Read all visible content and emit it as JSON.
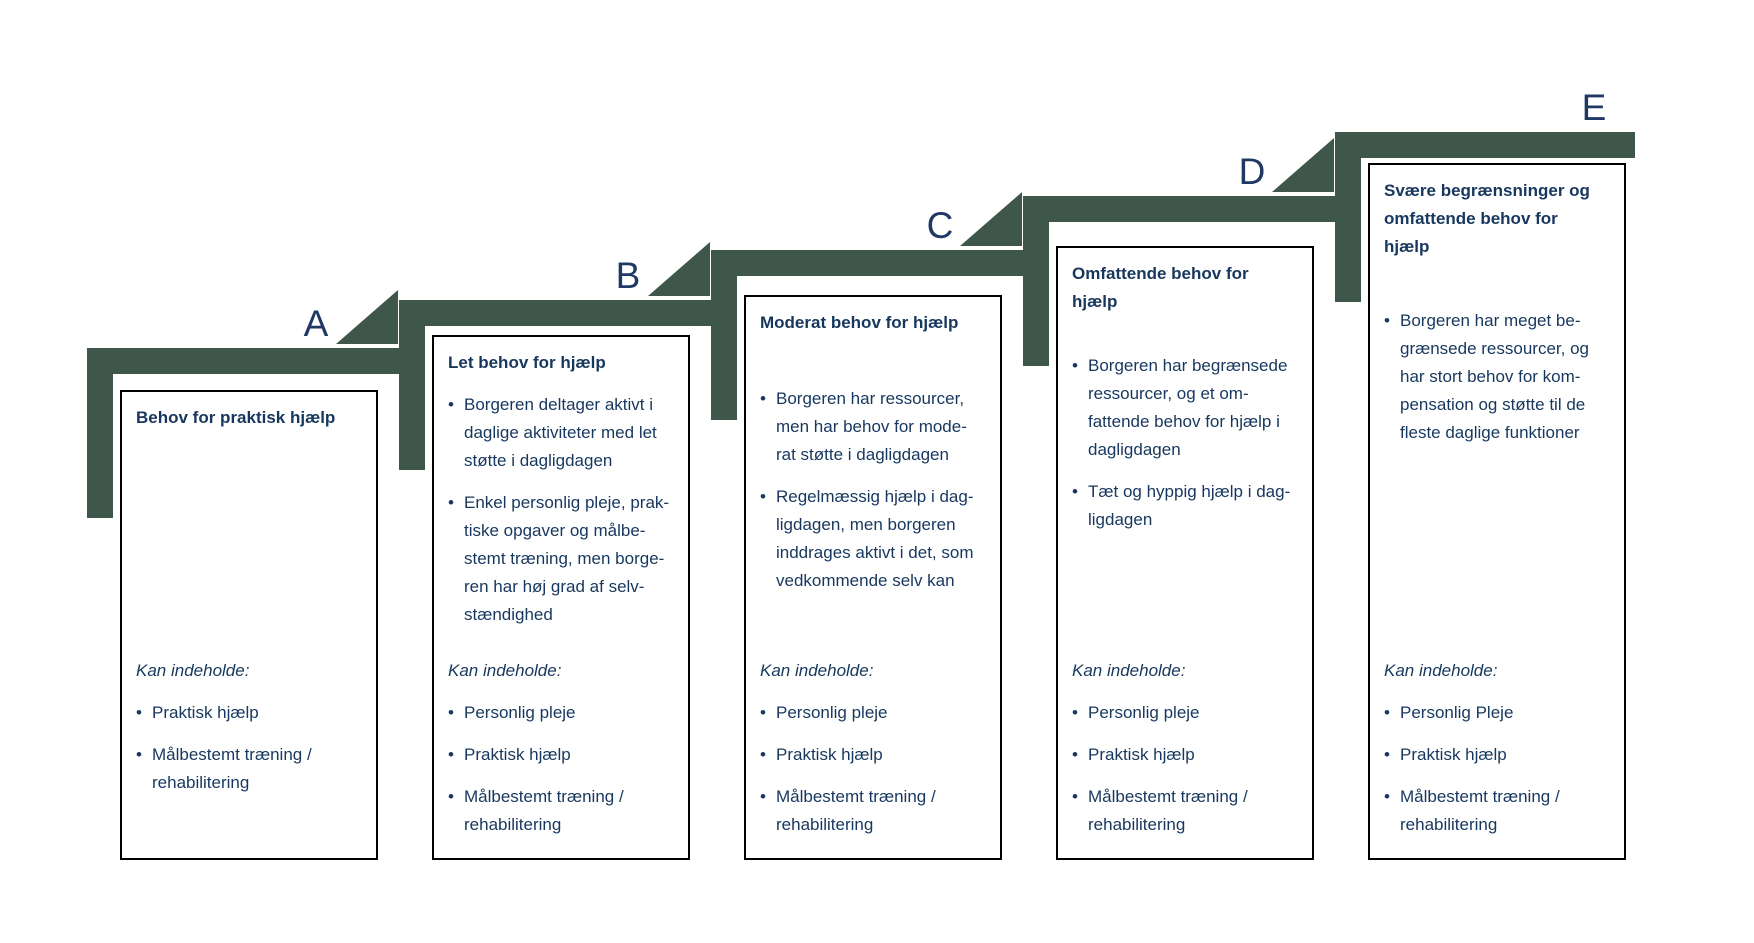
{
  "diagram": {
    "bullet_char": "•",
    "kan_label": "Kan indeholde:",
    "columns": [
      {
        "letter": "A",
        "title": "Behov for praktisk hjælp",
        "desc_bullets": [],
        "kan_bullets": [
          "Praktisk hjælp",
          "Målbestemt træning /\nrehabilitering"
        ]
      },
      {
        "letter": "B",
        "title": "Let behov for hjælp",
        "desc_bullets": [
          "Borgeren deltager aktivt i\ndaglige aktiviteter med let\nstøtte i dagligdagen",
          "Enkel personlig pleje, prak-\ntiske opgaver og målbe-\nstemt træning, men borge-\nren har høj grad af selv-\nstændighed"
        ],
        "kan_bullets": [
          "Personlig pleje",
          "Praktisk hjælp",
          "Målbestemt træning /\nrehabilitering"
        ]
      },
      {
        "letter": "C",
        "title": "Moderat behov for hjælp",
        "desc_bullets": [
          "Borgeren har ressourcer,\nmen har behov for mode-\nrat støtte i dagligdagen",
          "Regelmæssig hjælp i dag-\nligdagen, men borgeren\ninddrages aktivt i det, som\nvedkommende selv kan"
        ],
        "kan_bullets": [
          "Personlig pleje",
          "Praktisk hjælp",
          "Målbestemt træning /\nrehabilitering"
        ]
      },
      {
        "letter": "D",
        "title": "Omfattende behov for\nhjælp",
        "desc_bullets": [
          "Borgeren har begrænsede\nressourcer, og et om-\nfattende behov for hjælp i\ndagligdagen",
          "Tæt og hyppig hjælp i dag-\nligdagen"
        ],
        "kan_bullets": [
          "Personlig pleje",
          "Praktisk hjælp",
          "Målbestemt træning /\nrehabilitering"
        ]
      },
      {
        "letter": "E",
        "title": "Svære begrænsninger og\nomfattende behov for\nhjælp",
        "desc_bullets": [
          "Borgeren har meget be-\ngrænsede ressourcer, og\nhar stort behov for kom-\npensation og støtte til de\nfleste daglige funktioner"
        ],
        "kan_bullets": [
          "Personlig Pleje",
          "Praktisk hjælp",
          "Målbestemt træning /\nrehabilitering"
        ]
      }
    ]
  },
  "colors": {
    "step_green": "#3F574A",
    "text_navy": "#17375E",
    "letter_navy": "#1F3864",
    "box_border": "#000000",
    "background": "#FFFFFF"
  }
}
